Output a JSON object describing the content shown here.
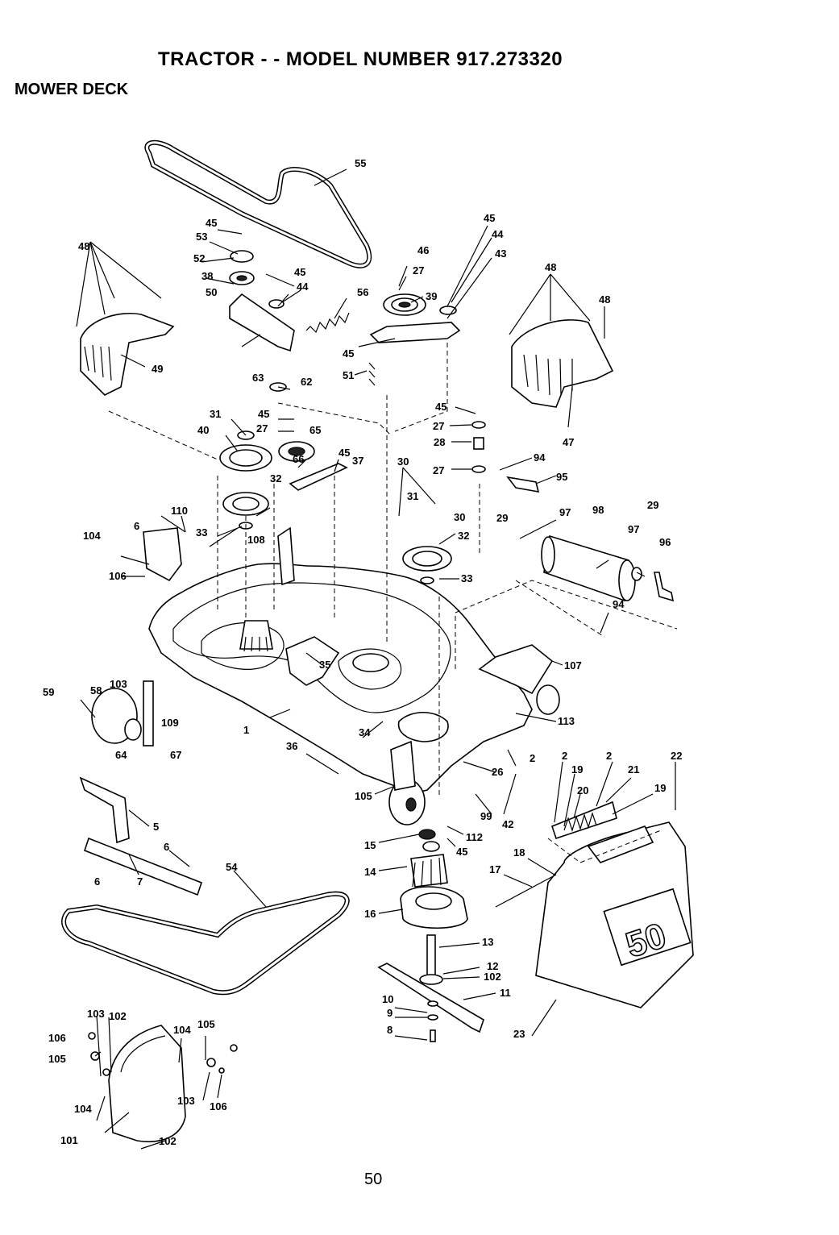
{
  "header": {
    "title": "TRACTOR - - MODEL NUMBER 917.273320",
    "section": "MOWER DECK"
  },
  "footer": {
    "page_number": "50"
  },
  "decal_text": "50",
  "callouts": [
    "55",
    "45",
    "53",
    "52",
    "38",
    "50",
    "45",
    "44",
    "63",
    "62",
    "46",
    "27",
    "56",
    "39",
    "45",
    "44",
    "43",
    "45",
    "51",
    "48",
    "49",
    "48",
    "48",
    "47",
    "31",
    "45",
    "27",
    "65",
    "40",
    "66",
    "45",
    "37",
    "32",
    "33",
    "110",
    "6",
    "104",
    "106",
    "108",
    "45",
    "27",
    "28",
    "27",
    "30",
    "31",
    "30",
    "32",
    "33",
    "94",
    "95",
    "29",
    "97",
    "98",
    "29",
    "97",
    "96",
    "94",
    "107",
    "35",
    "59",
    "58",
    "103",
    "109",
    "64",
    "67",
    "1",
    "36",
    "34",
    "113",
    "105",
    "26",
    "2",
    "2",
    "19",
    "2",
    "21",
    "22",
    "20",
    "19",
    "99",
    "42",
    "112",
    "15",
    "45",
    "14",
    "18",
    "17",
    "16",
    "13",
    "12",
    "102",
    "11",
    "10",
    "9",
    "8",
    "23",
    "5",
    "6",
    "6",
    "7",
    "54",
    "103",
    "102",
    "106",
    "105",
    "104",
    "105",
    "104",
    "101",
    "103",
    "106",
    "102"
  ]
}
